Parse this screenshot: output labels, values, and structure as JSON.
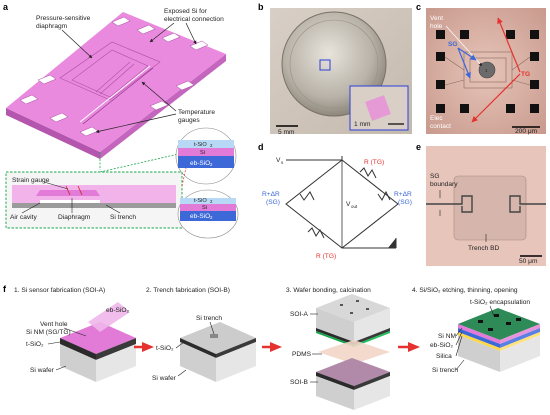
{
  "panel_letters": [
    "a",
    "b",
    "c",
    "d",
    "e",
    "f"
  ],
  "panel_a": {
    "pressure_diaphragm": [
      "Pressure-sensitive",
      "diaphragm"
    ],
    "exposed_si": [
      "Exposed Si for",
      "electrical connection"
    ],
    "temperature_gauges": [
      "Temperature",
      "gauges"
    ],
    "strain_gauge": "Strain gauge",
    "air_cavity": "Air cavity",
    "diaphragm": "Diaphragm",
    "si_trench": "Si trench",
    "zoom1": {
      "t": "t-SiO",
      "si": "Si",
      "eb": "eb-SiO"
    },
    "zoom2": {
      "t": "t-SiO",
      "si": "Si",
      "eb": "eb-SiO"
    }
  },
  "panel_b": {
    "scale_main": "5 mm",
    "scale_inset": "1 mm"
  },
  "panel_c": {
    "vent": [
      "Vent",
      "hole"
    ],
    "sg": "SG",
    "tg": "TG",
    "elec": [
      "Elec",
      "contact"
    ],
    "scale": "200 μm"
  },
  "panel_d": {
    "vs": "V",
    "vs_sub": "s",
    "r_tg_top": "R (TG)",
    "r_sg_left": [
      "R+ΔR",
      "(SG)"
    ],
    "r_sg_right": [
      "R+ΔR",
      "(SG)"
    ],
    "vout": "V",
    "vout_sub": "out",
    "r_tg_bottom": "R (TG)"
  },
  "panel_e": {
    "sg_boundary": [
      "SG",
      "boundary"
    ],
    "trench": "Trench BD",
    "scale": "50 μm"
  },
  "panel_f": {
    "steps": [
      "1. Si sensor fabrication (SOI-A)",
      "2. Trench fabrication (SOI-B)",
      "3. Wafer bonding, calcination",
      "4. Si/SiO₂ etching, thinning, opening"
    ],
    "s1": {
      "eb": "eb-SiO₂",
      "vent": "Vent hole",
      "sinm": "Si NM (SG/TG)",
      "tsio": "t-SiO₂",
      "wafer": "Si wafer"
    },
    "s2": {
      "trench": "Si trench",
      "tsio": "t-SiO₂",
      "wafer": "Si wafer"
    },
    "s3": {
      "soia": "SOI-A",
      "pdms": "PDMS",
      "soib": "SOI-B"
    },
    "s4": {
      "encap": "t-SiO₂ encapsulation",
      "sinm": "Si NM",
      "eb": "eb-SiO₂",
      "silica": "Silica",
      "trench": "Si trench"
    }
  },
  "colors": {
    "pink": "#e27ad8",
    "pink_light": "#f0b6ea",
    "blue": "#3d68d8",
    "red": "#e5322e",
    "green": "#17a64a",
    "dark": "#2b2b2b"
  }
}
